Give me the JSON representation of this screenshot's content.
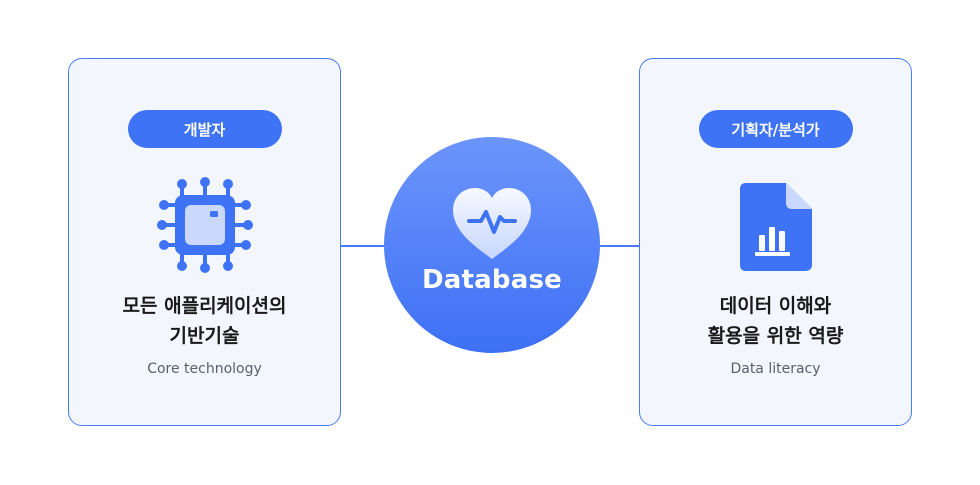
{
  "left_card": {
    "badge": "개발자",
    "icon": "chip-icon",
    "title_line1": "모든 애플리케이션의",
    "title_line2": "기반기술",
    "subtitle": "Core technology"
  },
  "center": {
    "icon": "heart-pulse-icon",
    "label": "Database"
  },
  "right_card": {
    "badge": "기획자/분석가",
    "icon": "report-chart-icon",
    "title_line1": "데이터 이해와",
    "title_line2": "활용을 위한 역량",
    "subtitle": "Data literacy"
  },
  "colors": {
    "accent": "#3f73f6",
    "card_bg": "#f3f6fd",
    "border": "#4a7bf5"
  }
}
